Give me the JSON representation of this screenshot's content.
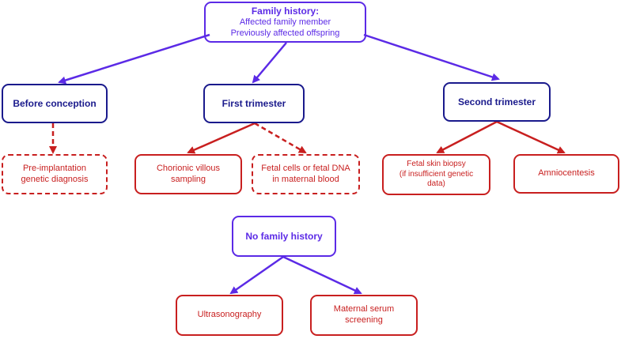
{
  "colors": {
    "root": "#5b2ae6",
    "stage": "#1a1a8c",
    "method": "#c81f1f"
  },
  "root": {
    "title": "Family history:",
    "line1": "Affected family member",
    "line2": "Previously affected offspring"
  },
  "stages": {
    "before_conception": "Before conception",
    "first_trimester": "First trimester",
    "second_trimester": "Second trimester"
  },
  "methods": {
    "preimplantation": [
      "Pre-implantation",
      "genetic diagnosis"
    ],
    "chorionic": [
      "Chorionic villous",
      "sampling"
    ],
    "fetal_cells": [
      "Fetal cells or fetal DNA",
      "in maternal blood"
    ],
    "fetal_skin": [
      "Fetal skin biopsy",
      "(if insufficient genetic",
      "data)"
    ],
    "amniocentesis": [
      "Amniocentesis"
    ]
  },
  "no_family": {
    "title": "No family history",
    "ultrasonography": [
      "Ultrasonography"
    ],
    "maternal_serum": [
      "Maternal serum",
      "screening"
    ]
  }
}
